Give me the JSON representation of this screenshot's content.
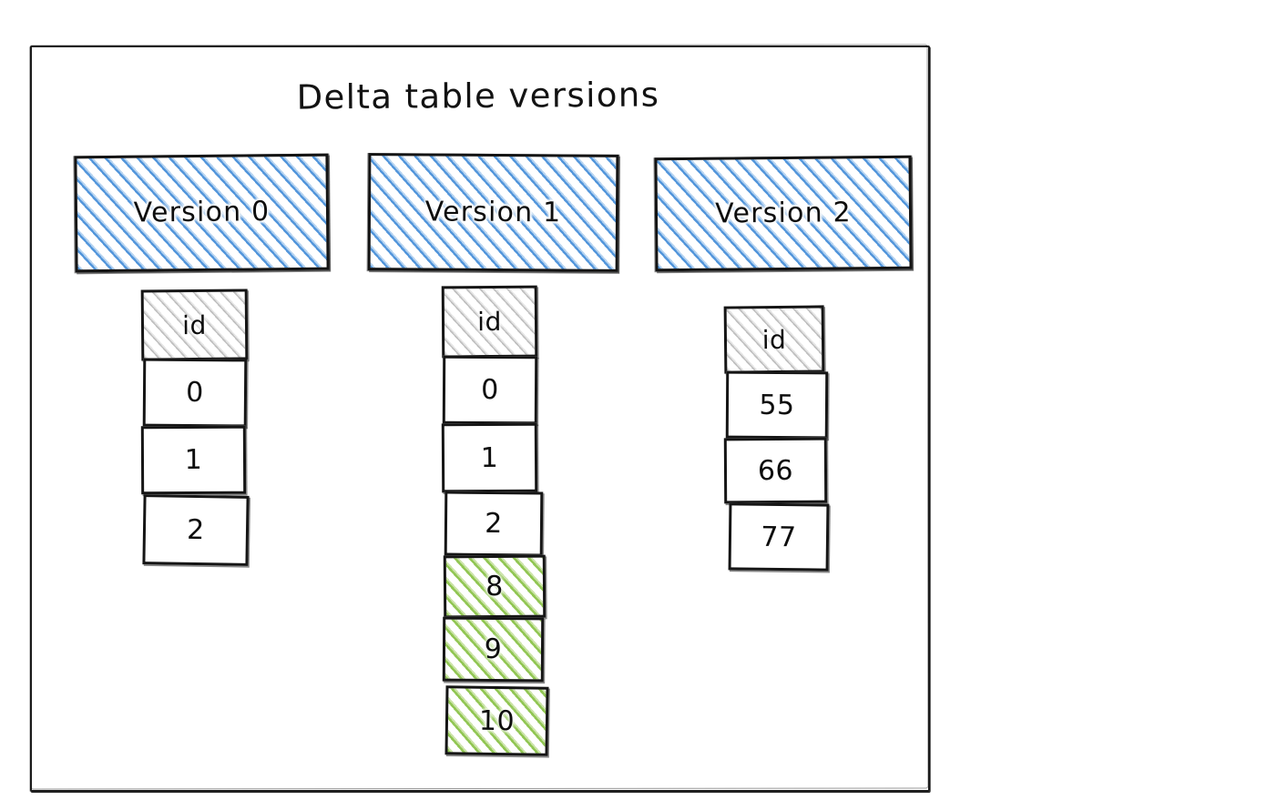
{
  "diagram": {
    "title": "Delta table versions",
    "frame_color": "#1b1b1b",
    "accent_blue": "#4a90d9",
    "accent_green": "#8bc34a",
    "header_gray": "#aaaaaa"
  },
  "versions": [
    {
      "label": "Version 0",
      "table": {
        "header": "id",
        "rows": [
          {
            "value": "0",
            "highlight": "none"
          },
          {
            "value": "1",
            "highlight": "none"
          },
          {
            "value": "2",
            "highlight": "none"
          }
        ]
      }
    },
    {
      "label": "Version 1",
      "table": {
        "header": "id",
        "rows": [
          {
            "value": "0",
            "highlight": "none"
          },
          {
            "value": "1",
            "highlight": "none"
          },
          {
            "value": "2",
            "highlight": "none"
          },
          {
            "value": "8",
            "highlight": "green"
          },
          {
            "value": "9",
            "highlight": "green"
          },
          {
            "value": "10",
            "highlight": "green"
          }
        ]
      }
    },
    {
      "label": "Version 2",
      "table": {
        "header": "id",
        "rows": [
          {
            "value": "55",
            "highlight": "none"
          },
          {
            "value": "66",
            "highlight": "none"
          },
          {
            "value": "77",
            "highlight": "none"
          }
        ]
      }
    }
  ]
}
